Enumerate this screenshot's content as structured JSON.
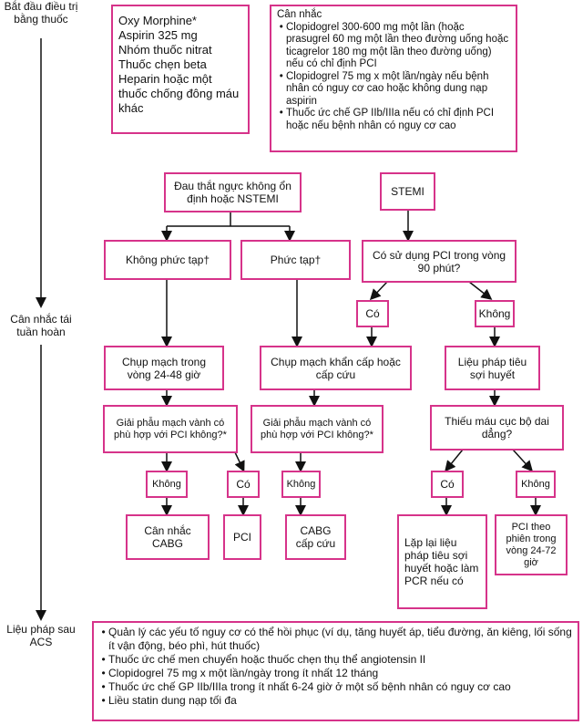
{
  "side_labels": {
    "start": "Bắt đầu điều trị bằng thuốc",
    "reperfusion": "Cân nhắc tái tuần hoàn",
    "post": "Liệu pháp sau ACS"
  },
  "initial_meds": [
    "Oxy Morphine*",
    "Aspirin 325 mg",
    "Nhóm thuốc nitrat",
    "Thuốc chẹn beta",
    "Heparin hoặc một thuốc chống đông máu khác"
  ],
  "consider": {
    "title": "Cân nhắc",
    "items": [
      "Clopidogrel 300-600 mg một lần (hoặc prasugrel 60 mg một lần theo đường uống hoặc ticagrelor 180 mg một lần theo đường uống) nếu có chỉ định PCI",
      "Clopidogrel 75 mg x một lần/ngày nếu bệnh nhân có nguy cơ cao hoặc không dung nạp aspirin",
      "Thuốc ức chế GP IIb/IIIa nếu có chỉ định PCI hoặc nếu bệnh nhân có nguy cơ cao"
    ]
  },
  "nodes": {
    "nstemi": "Đau thắt ngực không ổn định hoặc NSTEMI",
    "stemi": "STEMI",
    "uncomplicated": "Không phức tạp†",
    "complicated": "Phức tạp†",
    "pci90": "Có sử dụng PCI trong vòng 90 phút?",
    "yes": "Có",
    "no": "Không",
    "angio_24_48": "Chụp mạch trong vòng 24-48 giờ",
    "angio_urgent": "Chụp mạch khẩn cấp hoặc cấp cứu",
    "fibrinolysis": "Liệu pháp tiêu sợi huyết",
    "anatomy_q": "Giải phẫu mạch vành có phù hợp với PCI không?*",
    "ischemia_q": "Thiếu máu cục bộ dai dẳng?",
    "consider_cabg": "Cân nhắc CABG",
    "pci": "PCI",
    "cabg_emergency": "CABG cấp cứu",
    "repeat_lysis": "Lặp lại liệu pháp tiêu sợi huyết hoặc làm PCR nếu có",
    "pci_elective": "PCI theo phiên trong vòng 24-72 giờ"
  },
  "post_acs": [
    "Quản lý các yếu tố nguy cơ có thể hồi phục (ví dụ, tăng huyết áp, tiểu đường, ăn kiêng, lối sống ít vận động, béo phì, hút thuốc)",
    "Thuốc ức chế men chuyển hoặc thuốc chẹn thụ thể angiotensin II",
    "Clopidogrel 75 mg x một lần/ngày trong ít nhất 12 tháng",
    "Thuốc ức chế GP IIb/IIIa trong ít nhất 6-24 giờ ở một số bệnh nhân có nguy cơ cao",
    "Liều statin dung nạp tối đa"
  ],
  "colors": {
    "border": "#d6338a",
    "line": "#111111"
  }
}
